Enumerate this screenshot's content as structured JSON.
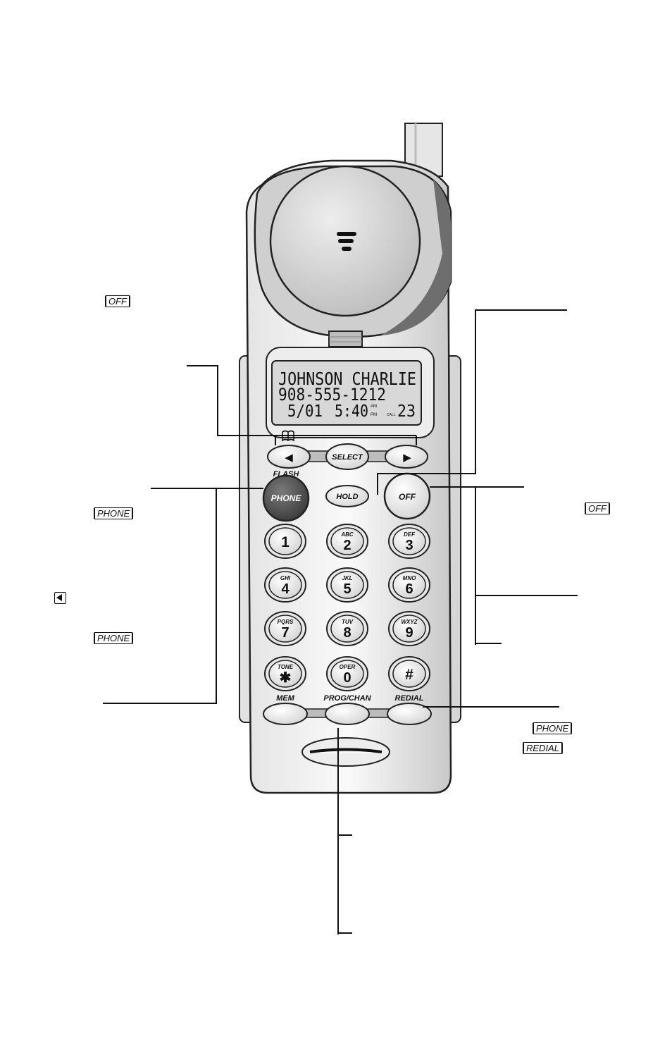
{
  "display": {
    "line1": "JOHNSON CHARLIE",
    "line2": "908-555-1212",
    "date": "5/01",
    "time": "5:40",
    "am": "AM",
    "pm": "PM",
    "call_label": "CALL",
    "call_count": "23"
  },
  "buttons": {
    "left_arrow": "◀",
    "right_arrow": "▶",
    "select": "SELECT",
    "flash": "FLASH",
    "phone": "PHONE",
    "hold": "HOLD",
    "off": "OFF",
    "mem": "MEM",
    "prog_chan": "PROG/CHAN",
    "redial": "REDIAL"
  },
  "keypad": [
    {
      "digit": "1",
      "letters": ""
    },
    {
      "digit": "2",
      "letters": "ABC"
    },
    {
      "digit": "3",
      "letters": "DEF"
    },
    {
      "digit": "4",
      "letters": "GHI"
    },
    {
      "digit": "5",
      "letters": "JKL"
    },
    {
      "digit": "6",
      "letters": "MNO"
    },
    {
      "digit": "7",
      "letters": "PQRS"
    },
    {
      "digit": "8",
      "letters": "TUV"
    },
    {
      "digit": "9",
      "letters": "WXYZ"
    },
    {
      "digit": "✱",
      "letters": "TONE"
    },
    {
      "digit": "0",
      "letters": "OPER"
    },
    {
      "digit": "#",
      "letters": ""
    }
  ],
  "callouts": {
    "off_top_left": "OFF",
    "phone_left_1": "PHONE",
    "phone_left_2": "PHONE",
    "off_right": "OFF",
    "phone_right": "PHONE",
    "redial_right": "REDIAL"
  },
  "icons": {
    "book": "phonebook-icon",
    "arrow_tag": "left-arrow-icon",
    "earpiece": "earpiece-icon",
    "microphone": "microphone-icon"
  },
  "colors": {
    "line": "#111111",
    "body_light": "#f2f2f2",
    "body_shade": "#cfcfcf",
    "phone_key": "#555555",
    "lcd": "#d8d8d8"
  }
}
